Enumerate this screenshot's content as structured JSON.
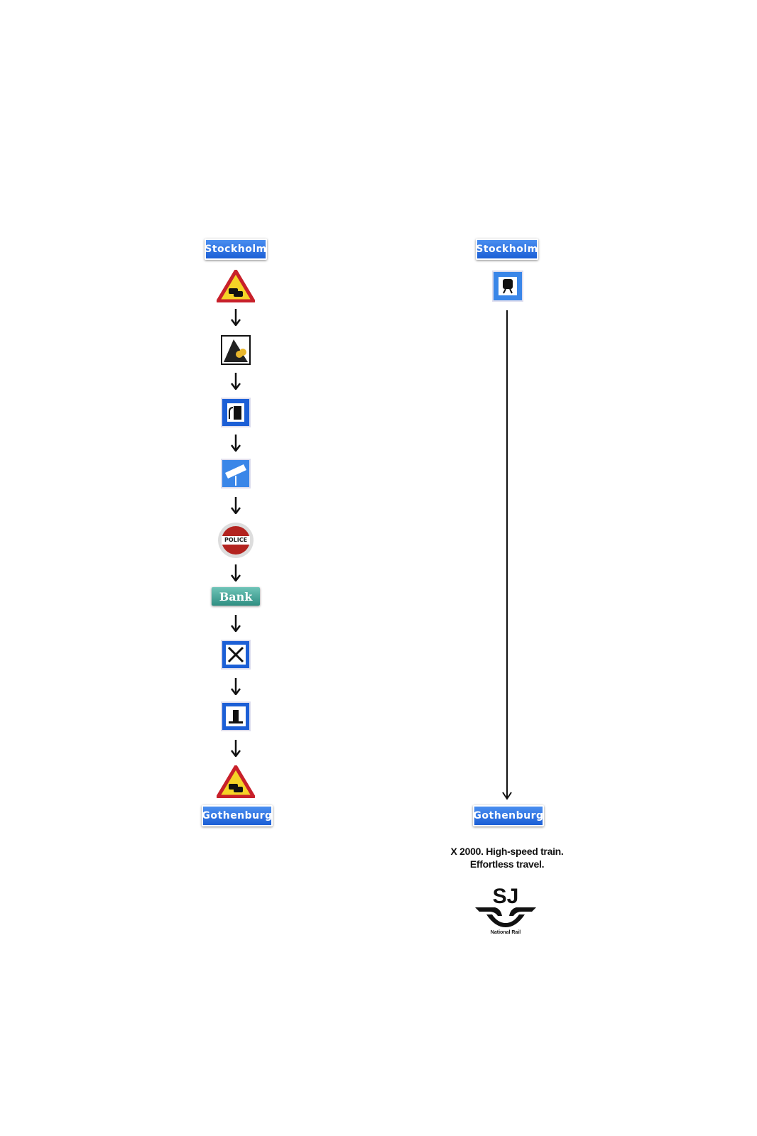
{
  "car_route": {
    "start": "Stockholm",
    "stops": [
      {
        "icon": "traffic-queue-warning-icon"
      },
      {
        "icon": "toll-booth-icon"
      },
      {
        "icon": "fuel-station-icon"
      },
      {
        "icon": "speed-camera-icon"
      },
      {
        "icon": "police-stop-icon",
        "label": "POLICE"
      },
      {
        "icon": "bank-sign",
        "label": "Bank"
      },
      {
        "icon": "restaurant-icon"
      },
      {
        "icon": "landmark-icon"
      },
      {
        "icon": "traffic-queue-warning-icon"
      }
    ],
    "end": "Gothenburg"
  },
  "train_route": {
    "start": "Stockholm",
    "icon": "train-station-icon",
    "end": "Gothenburg"
  },
  "tagline": {
    "line1": "X 2000. High-speed train.",
    "line2": "Effortless travel."
  },
  "logo": {
    "text": "SJ",
    "subtitle": "National Rail"
  },
  "colors": {
    "sign_blue": "#1c5fd6",
    "warning_red": "#c8202a",
    "warning_yellow": "#f5d327"
  }
}
